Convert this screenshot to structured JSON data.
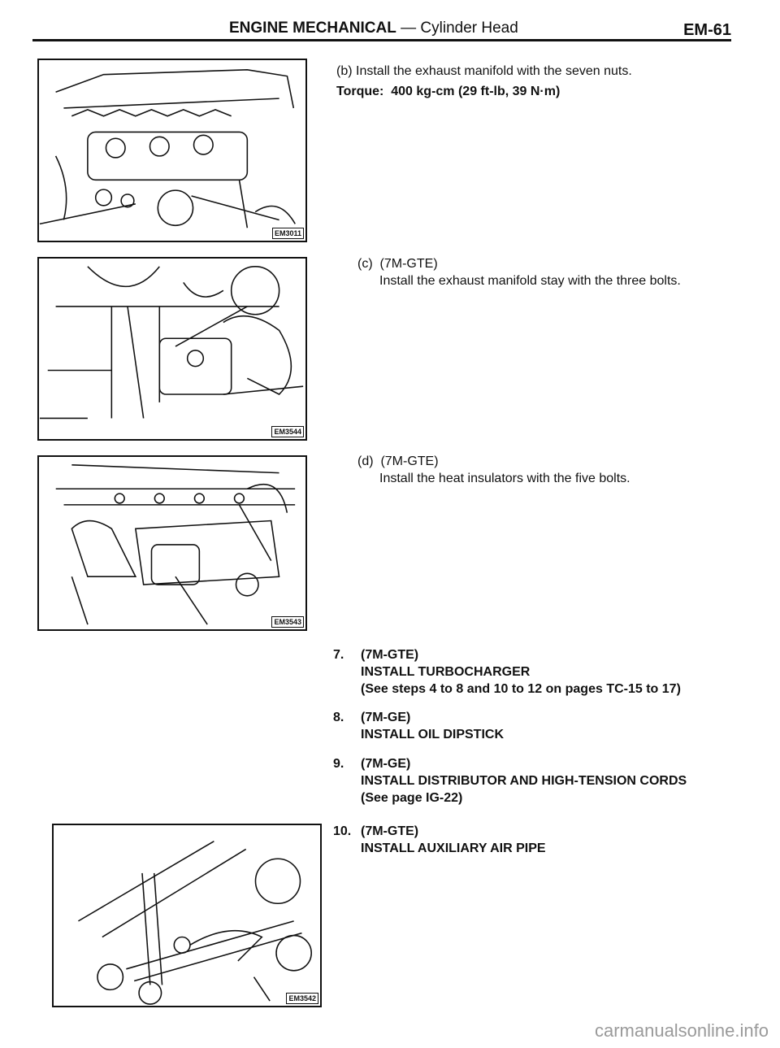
{
  "header": {
    "section": "ENGINE MECHANICAL",
    "separator": " — ",
    "subsection": "Cylinder Head",
    "page_number": "EM-61"
  },
  "figures": [
    {
      "label": "EM3011"
    },
    {
      "label": "EM3544"
    },
    {
      "label": "EM3543"
    },
    {
      "label": "EM3542"
    }
  ],
  "steps": {
    "b": {
      "marker": "(b)",
      "text": "Install the exhaust manifold with the seven nuts.",
      "torque_label": "Torque:",
      "torque_value": "400 kg-cm (29 ft-lb, 39 N·m)"
    },
    "c": {
      "marker": "(c)",
      "variant": "(7M-GTE)",
      "text": "Install the exhaust manifold stay with the three bolts."
    },
    "d": {
      "marker": "(d)",
      "variant": "(7M-GTE)",
      "text": "Install the heat insulators with the five bolts."
    },
    "s7": {
      "num": "7.",
      "variant": "(7M-GTE)",
      "title": "INSTALL TURBOCHARGER",
      "ref": "(See steps 4 to 8 and 10 to 12 on pages TC-15 to 17)"
    },
    "s8": {
      "num": "8.",
      "variant": "(7M-GE)",
      "title": "INSTALL OIL DIPSTICK"
    },
    "s9": {
      "num": "9.",
      "variant": "(7M-GE)",
      "title": "INSTALL DISTRIBUTOR AND HIGH-TENSION CORDS",
      "ref": "(See page IG-22)"
    },
    "s10": {
      "num": "10.",
      "variant": "(7M-GTE)",
      "title": "INSTALL AUXILIARY AIR PIPE"
    }
  },
  "watermark": "carmanualsonline.info"
}
